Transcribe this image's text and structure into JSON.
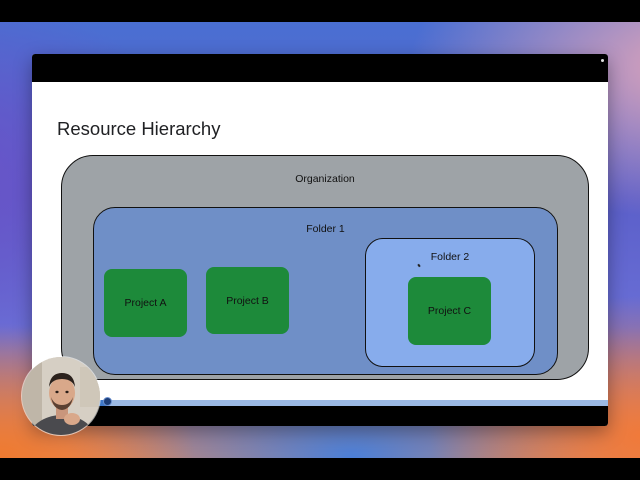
{
  "slide": {
    "title": "Resource Hierarchy",
    "organization_label": "Organization",
    "folder1_label": "Folder 1",
    "folder2_label": "Folder 2",
    "projects": [
      "Project A",
      "Project B",
      "Project C"
    ]
  },
  "colors": {
    "organization_fill": "#9ea3a7",
    "folder1_fill": "#6f8fc7",
    "folder2_fill": "#87acec",
    "project_fill": "#1d8a3a",
    "progress_fill": "#3f78c8"
  },
  "playback": {
    "progress_fraction": 0.13
  },
  "webcam": {
    "icon": "presenter-webcam"
  }
}
